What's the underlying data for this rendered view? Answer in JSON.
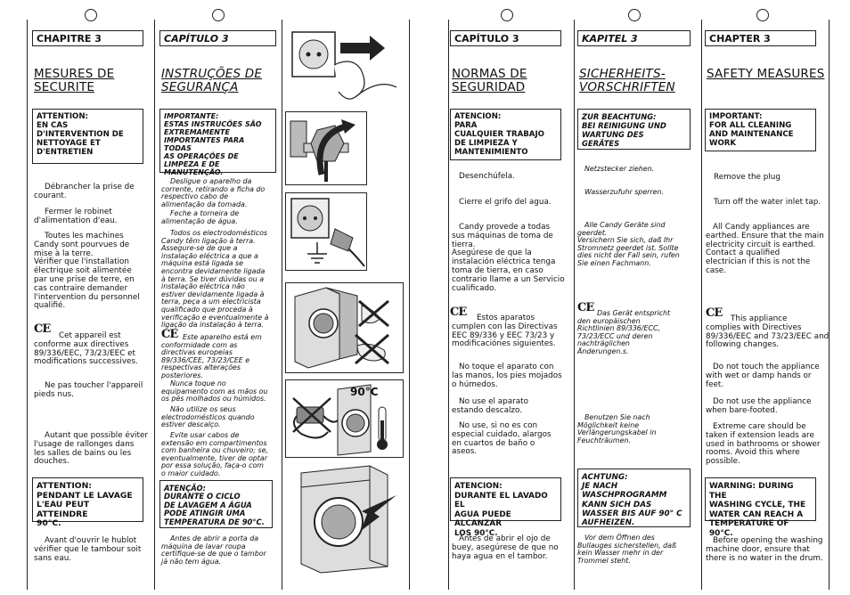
{
  "columns": [
    {
      "header": "CHAPITRE 3",
      "title": "MESURES DE\nSECURITE",
      "box": "ATTENTION:\nEN CAS\nD'INTERVENTION DE\nNETTOYAGE ET\nD'ENTRETIEN",
      "p1": "Débrancher la prise de\ncourant.",
      "p2": "Fermer le robinet\nd'alimentation d'eau.",
      "p3": "Toutes les machines\nCandy sont pourvues de\nmise à la terre.\nVérifier que l'installation\nélectrique soit alimentée\npar une prise de terre, en\ncas contraire demander\nl'intervention du personnel\nqualifié.",
      "p4": "Cet appareil est\nconforme aux directives\n89/336/EEC, 73/23/EEC et\nmodifications successives.",
      "p5": "Ne pas toucher l'appareil\npieds nus.",
      "p6": "Autant que possible éviter\nl'usage de rallonges dans\nles salles de bains ou les\ndouches.",
      "warn": "ATTENTION:\nPENDANT LE LAVAGE\nL'EAU PEUT ATTEINDRE\n90°C.",
      "p7": "Avant d'ouvrir le hublot\nvérifier que le tambour soit\nsans eau."
    },
    {
      "header": "CAPÍTULO 3",
      "title": "INSTRUÇÕES DE\nSEGURANÇA",
      "box": "IMPORTANTE:\nESTAS INSTRUCÕES SÃO\nEXTREMAMENTE\nIMPORTANTES PARA TODAS\nAS OPERAÇÕES DE\nLIMPEZA E DE\nMANUTENÇÃO.",
      "p1": "Desligue o aparelho da\ncorrente, retirando a ficha do\nrespectivo cabo de\nalimentação da tomada.",
      "p2": "Feche a torneira de\nalimentação de água.",
      "p3": "Todos os electrodomésticos\nCandy têm ligação à terra.\nAssegure-se de que a\ninstalação eléctrica a que a\nmáquina está ligada se\nencontra devidamente ligada\nà terra. Se tiver dúvidas ou a\ninstalação eléctrica não\nestiver devidamente ligada à\nterra, peça a um electricista\nqualificado que proceda à\nverificação e eventualmente à\nligação da instalação à terra.",
      "p4": "Este aparelho está em\nconformidade com as\ndirectivas europeias\n89/336/CEE, 73/23/CEE e\nrespectivas alterações\nposteriores.",
      "p5": "Nunca toque no\nequipamento com as mãos ou\nos pés molhados ou húmidos.",
      "p6": "Não utilize os seus\nelectrodomésticos quando\nestiver descalço.",
      "p7": "Evite usar cabos de\nextensão em compartimentos\ncom banheira ou chuveiro; se,\neventualmente, tiver de optar\npor essa solução, faça-o com\no maior cuidado.",
      "warn": "ATENÇÃO:\nDURANTE O CICLO\nDE LAVAGEM A ÁGUA\nPODE ATINGIR UMA\nTEMPERATURA DE 90°C.",
      "p8": "Antes de abrir a porta da\nmáquina de lavar roupa\ncertifique-se de que o tambor\njá não tem água."
    },
    {
      "temp_label": "90°C"
    },
    {
      "header": "CAPÍTULO 3",
      "title": "NORMAS DE\nSEGURIDAD",
      "box": "ATENCION:\nPARA\nCUALQUIER TRABAJO\nDE LIMPIEZA Y\nMANTENIMIENTO",
      "p1": "Desenchúfela.",
      "p2": "Cierre el grifo del agua.",
      "p3": "Candy provede a todas\nsus máquinas de toma de\ntierra.\nAsegúrese de que la\ninstalación eléctrica tenga\ntoma de tierra, en caso\ncontrario llame a un Servicio\ncualificado.",
      "p4": "Estos aparatos\ncumplen con las Directivas\nEEC 89/336 y EEC 73/23 y\nmodificaciónes siguientes.",
      "p5": "No toque el aparato con\nlas manos, los pies mojados\no húmedos.",
      "p6": "No use el aparato\nestando descalzo.",
      "p7": "No use, si no es con\nespecial cuidado, alargos\nen cuartos de baño o\naseos.",
      "warn": "ATENCION:\nDURANTE EL LAVADO EL\nAGUA PUEDE ALCANZAR\nLOS 90°C.",
      "p8": "Antes de abrir el ojo de\nbuey, asegúrese de que no\nhaya agua en el tambor."
    },
    {
      "header": "KAPITEL 3",
      "title": "SICHERHEITS-\nVORSCHRIFTEN",
      "box": "ZUR BEACHTUNG:\nBEI REINIGUNG UND\nWARTUNG DES\nGERÄTES",
      "p1": "Netzstecker ziehen.",
      "p2": "Wasserzufuhr sperren.",
      "p3": "Alle Candy Geräte sind\ngeerdet.\nVersichern Sie sich, daß Ihr\nStromnetz geerdet ist. Sollte\ndies nicht der Fall sein, rufen\nSie einen Fachmann.",
      "p4": "Das Gerät entspricht\nden europäischen\nRichtlinien 89/336/ECC,\n73/23/ECC und deren\nnachträglichen\nÄnderungen.s.",
      "p5": "Benutzen Sie nach\nMöglichkeit keine\nVerlängerungskabel in\nFeuchträumen.",
      "warn": "ACHTUNG:\nJE NACH\nWASCHPROGRAMM\nKANN SICH DAS\nWASSER BIS AUF 90° C\nAUFHEIZEN.",
      "p6": "Vor dem Öffnen des\nBullauges sicherstellen, daß\nkein Wasser mehr in der\nTrommel steht."
    },
    {
      "header": "CHAPTER 3",
      "title": "SAFETY MEASURES",
      "box": "IMPORTANT:\nFOR ALL CLEANING\nAND MAINTENANCE\nWORK",
      "p1": "Remove the plug",
      "p2": "Turn off the water inlet tap.",
      "p3": "All Candy appliances are\nearthed. Ensure that the main\nelectricity circuit is earthed.\nContact a qualified\nelectrician if this is not the\ncase.",
      "p4": "This appliance\ncomplies with Directives\n89/336/EEC and 73/23/EEC and\nfollowing changes.",
      "p5": "Do not touch the appliance\nwith wet or damp hands or\nfeet.",
      "p6": "Do not use the appliance\nwhen bare-footed.",
      "p7": "Extreme care should be\ntaken if extension leads are\nused in bathrooms or shower\nrooms. Avoid this where\npossible.",
      "warn": "WARNING: DURING THE\nWASHING CYCLE, THE\nWATER CAN REACH A\nTEMPERATURE OF 90°C.",
      "p8": "Before opening the washing\nmachine door, ensure that\nthere is no water in the drum."
    }
  ],
  "ce_mark": "CE"
}
